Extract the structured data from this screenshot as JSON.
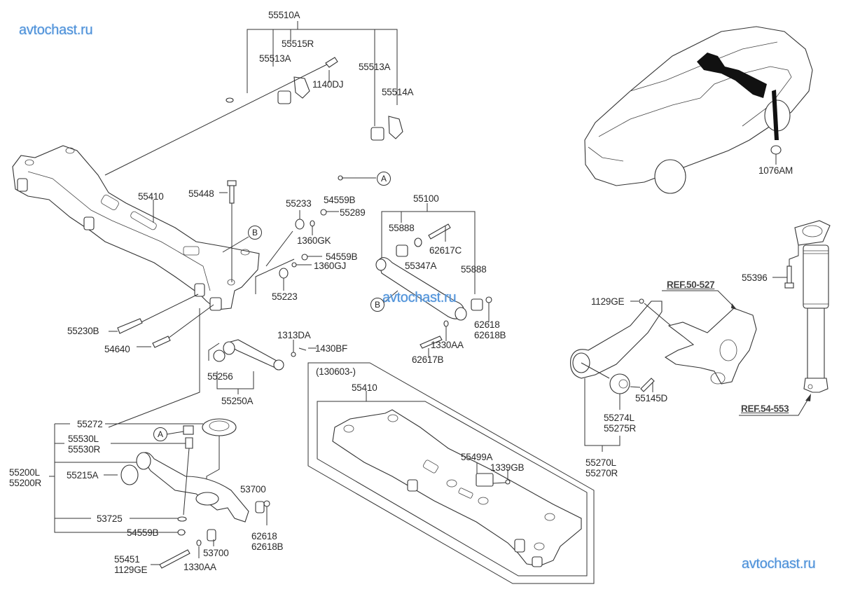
{
  "diagram": {
    "title": "Rear suspension parts diagram",
    "watermarks": [
      "avtochast.ru",
      "avtochast.ru",
      "avtochast.ru"
    ],
    "callouts": {
      "A": "A",
      "B": "B"
    },
    "labels": {
      "p55510A": "55510A",
      "p55515R": "55515R",
      "p55513A_left": "55513A",
      "p1140DJ": "1140DJ",
      "p55513A_right": "55513A",
      "p55514A": "55514A",
      "p54559B_top": "54559B",
      "p55410_main": "55410",
      "p55448": "55448",
      "p55233": "55233",
      "p55289": "55289",
      "p1360GK": "1360GK",
      "p54559B_mid": "54559B",
      "p1360GJ": "1360GJ",
      "p55223": "55223",
      "p55100": "55100",
      "p55888_left": "55888",
      "p62617C": "62617C",
      "p55347A": "55347A",
      "p55888_right": "55888",
      "p62618_a": "62618",
      "p62618B_a": "62618B",
      "p1330AA_a": "1330AA",
      "p62617B": "62617B",
      "p55230B": "55230B",
      "p54640": "54640",
      "p1313DA": "1313DA",
      "p1430BF": "1430BF",
      "p55256": "55256",
      "p55250A": "55250A",
      "p55272": "55272",
      "p55530L": "55530L",
      "p55530R": "55530R",
      "p55200L": "55200L",
      "p55200R": "55200R",
      "p55215A": "55215A",
      "p53725": "53725",
      "p54559B_low": "54559B",
      "p55451": "55451",
      "p1129GE_low": "1129GE",
      "p53700_a": "53700",
      "p53700_b": "53700",
      "p62618_b": "62618",
      "p62618B_b": "62618B",
      "p1330AA_b": "1330AA",
      "p130603": "(130603-)",
      "p55410_alt": "55410",
      "p55499A": "55499A",
      "p1339GB": "1339GB",
      "p1129GE_right": "1129GE",
      "ref50527": "REF.50-527",
      "p55396": "55396",
      "p55145D": "55145D",
      "p55274L": "55274L",
      "p55275R": "55275R",
      "p55270L": "55270L",
      "p55270R": "55270R",
      "ref54553": "REF.54-553",
      "p1076AM": "1076AM"
    }
  }
}
